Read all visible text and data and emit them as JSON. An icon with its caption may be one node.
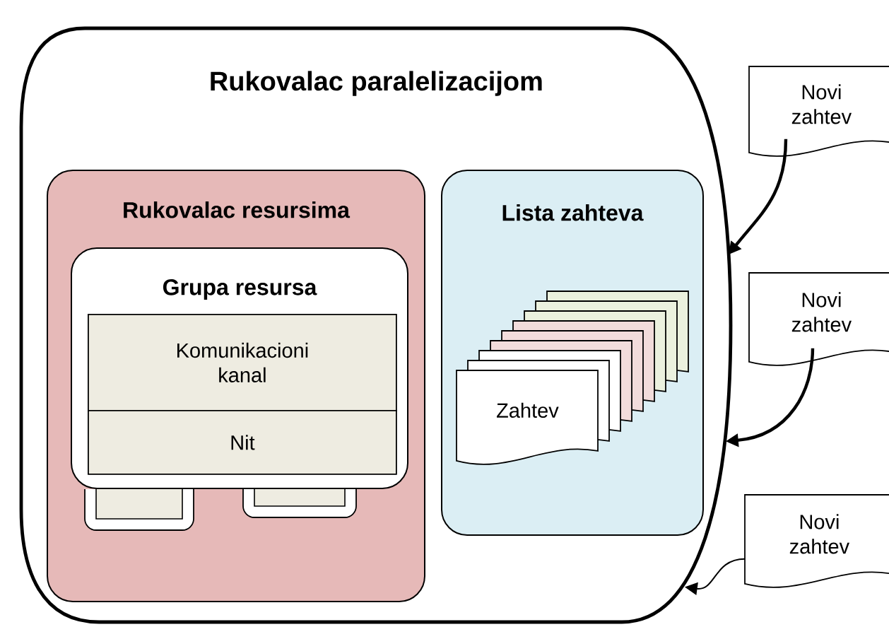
{
  "diagram": {
    "nodes": [
      {
        "text": [
          "Rukovalac paralelizacijom"
        ]
      },
      {
        "text": [
          "Rukovalac resursima"
        ],
        "in": 0
      },
      {
        "text": [
          "Grupa resursa"
        ],
        "in": 1
      },
      {
        "text": [
          "Komunikacioni kanal"
        ],
        "in": 2
      },
      {
        "text": [
          "Nit"
        ],
        "in": 2
      },
      {
        "text": [],
        "shape": "box",
        "in": 1
      },
      {
        "text": [],
        "shape": "box",
        "in": 1
      },
      {
        "text": [
          "Lista zahteva"
        ],
        "in": 0
      },
      {
        "text": [
          "Zahtev"
        ],
        "in": 7
      },
      {
        "text": [
          "Novi zahtev"
        ]
      },
      {
        "text": [
          "Novi zahtev"
        ]
      },
      {
        "text": [
          "Novi zahtev"
        ]
      }
    ],
    "edges": [
      {
        "from": 9,
        "to": 0,
        "arrow": "to"
      },
      {
        "from": 10,
        "to": 0,
        "arrow": "to"
      },
      {
        "from": 11,
        "to": 0,
        "arrow": "to"
      }
    ]
  }
}
